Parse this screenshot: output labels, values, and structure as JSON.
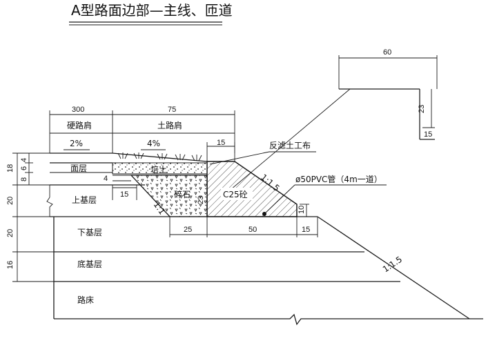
{
  "title": "A型路面边部—主线、匝道",
  "dimensions": {
    "top_60": "60",
    "right_23": "23",
    "right_15": "15",
    "top_300": "300",
    "top_75": "75",
    "ditch_15": "15",
    "left_18": "18",
    "left_6": "6",
    "left_4": "4",
    "left_8": "8",
    "left_20a": "20",
    "left_20b": "20",
    "left_16": "16",
    "left_small_4": "4",
    "under_15": "15",
    "under_23": "23",
    "right_10": "10",
    "bottom_25": "25",
    "bottom_50": "50",
    "bottom_15": "15"
  },
  "labels": {
    "hard_shoulder": "硬路肩",
    "earth_shoulder": "土路肩",
    "slope_2": "2%",
    "slope_4": "4%",
    "geotextile": "反滤土工布",
    "surface": "面层",
    "planting_soil": "培土",
    "pvc_pipe": "ø50PVC管（4m一道）",
    "ratio_upper": "1:1.5",
    "ratio_lower": "1:1.5",
    "ratio_mid": "1:1",
    "upper_base": "上基层",
    "gravel": "碎石",
    "concrete": "C25砼",
    "lower_base": "下基层",
    "subbase": "底基层",
    "subgrade": "路床"
  }
}
